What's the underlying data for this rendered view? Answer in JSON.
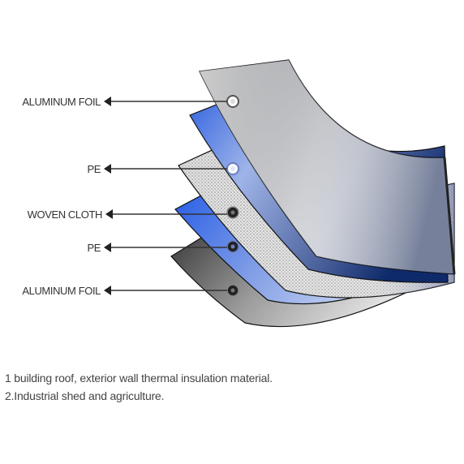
{
  "diagram": {
    "layers": [
      {
        "label": "ALUMINUM FOIL",
        "material": "aluminum-foil",
        "color": "#4a4a4a"
      },
      {
        "label": "PE",
        "material": "pe-film",
        "color": "#2f5fd6"
      },
      {
        "label": "WOVEN CLOTH",
        "material": "woven-cloth",
        "color": "#d8d8d8"
      },
      {
        "label": "PE",
        "material": "pe-film",
        "color": "#2f5fd6"
      },
      {
        "label": "ALUMINUM FOIL",
        "material": "aluminum-foil",
        "color": "#4a4a4a"
      }
    ]
  },
  "notes": [
    "1 building roof, exterior wall thermal insulation material.",
    "2.Industrial shed and agriculture."
  ]
}
